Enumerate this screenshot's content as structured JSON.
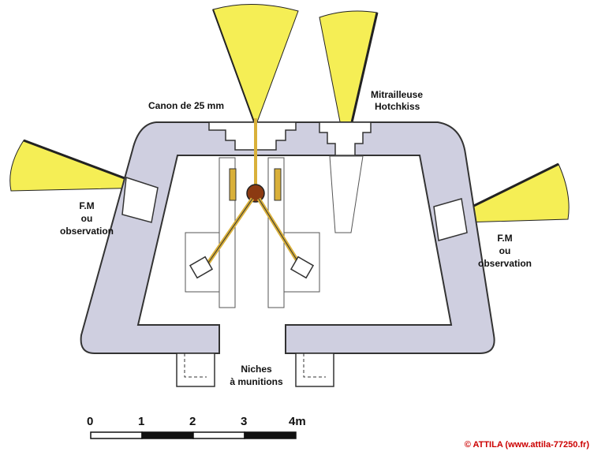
{
  "labels": {
    "cannon": "Canon de 25 mm",
    "mg_line1": "Mitrailleuse",
    "mg_line2": "Hotchkiss",
    "fm_left": [
      "F.M",
      "ou",
      "observation"
    ],
    "fm_right": [
      "F.M",
      "ou",
      "observation"
    ],
    "niches_line1": "Niches",
    "niches_line2": "à munitions"
  },
  "scale": {
    "ticks": [
      "0",
      "1",
      "2",
      "3",
      "4m"
    ]
  },
  "copyright": "© ATTILA (www.attila-77250.fr)",
  "colors": {
    "wall": "#cfcfe0",
    "wall_stroke": "#333333",
    "fire_sector": "#f5ee55",
    "gun_brass": "#d9b03a",
    "gun_body": "#8b3a12",
    "copyright": "#cc0000"
  }
}
